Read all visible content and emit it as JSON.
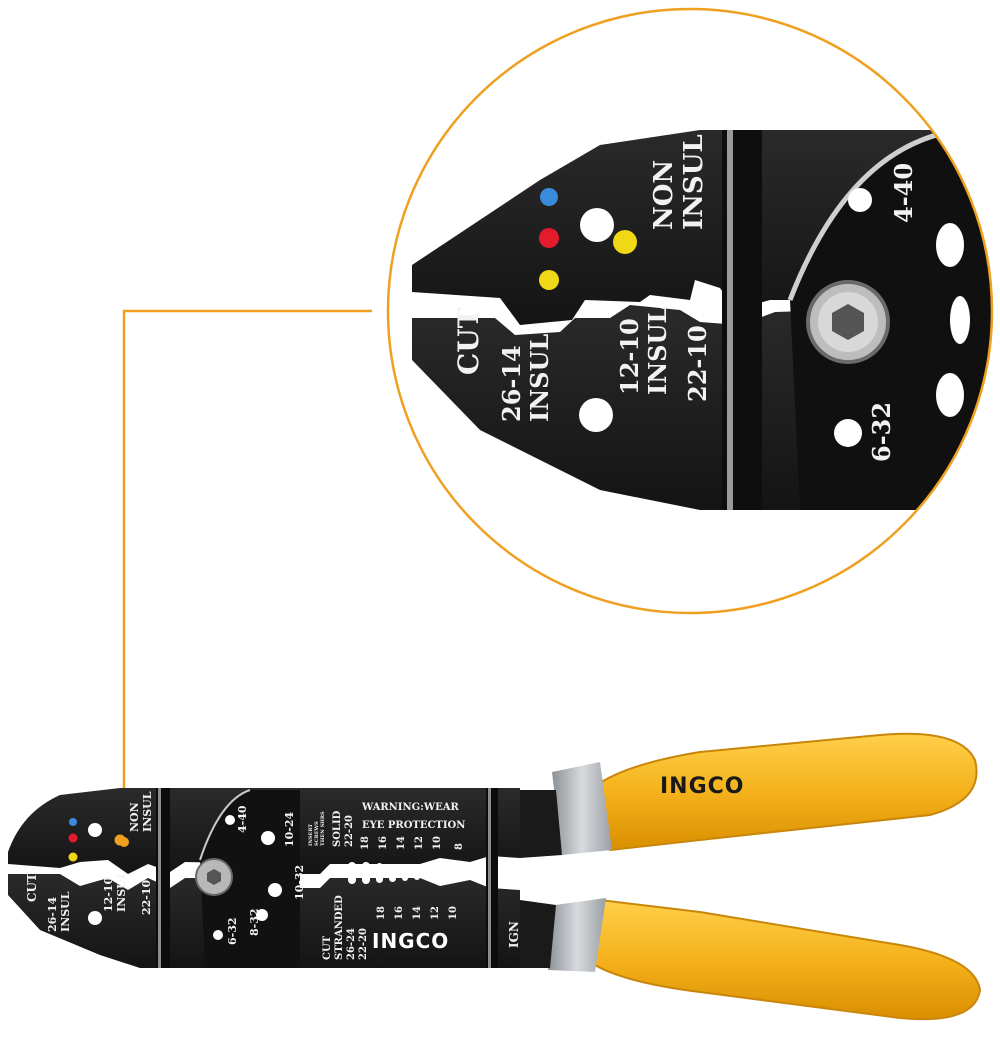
{
  "colors": {
    "accent": "#f0a020",
    "handle": "#f5b21c",
    "metal": "#1c1c1c",
    "sleeve": "#bfc3c7"
  },
  "tool": {
    "brand_handle": "INGCO",
    "brand_head": "INGCO",
    "non_insul": [
      "NON",
      "INSUL"
    ],
    "cut": "CUT",
    "insul_26_14": [
      "26-14",
      "INSUL"
    ],
    "insul_12_10": [
      "12-10",
      "INSUL"
    ],
    "g_22_10": "22-10",
    "screw_4_40": "4-40",
    "screw_6_32": "6-32",
    "screw_8_32": "8-32",
    "screw_10_24": "10-24",
    "screw_10_32": "10-32",
    "insert_note": [
      "INSERT",
      "SCREWS",
      "THEN SHRS"
    ],
    "solid": [
      "SOLID",
      "22-20"
    ],
    "warning": [
      "WARNING:WEAR",
      "EYE PROTECTION"
    ],
    "solid_gauges": [
      "18",
      "16",
      "14",
      "12",
      "10",
      "8"
    ],
    "stranded": [
      "CUT",
      "STRANDED",
      "26-24",
      "22-20"
    ],
    "stranded_gauges": [
      "18",
      "16",
      "14",
      "12",
      "10"
    ],
    "ign": "IGN"
  },
  "zoom": {
    "non_insul": [
      "NON",
      "INSUL"
    ],
    "cut": "CUT",
    "insul_26_14": [
      "26-14",
      "INSUL"
    ],
    "insul_12_10": [
      "12-10",
      "INSUL"
    ],
    "g_22_10": "22-10",
    "screw_4_40": "4-40",
    "screw_6_32": "6-32"
  }
}
